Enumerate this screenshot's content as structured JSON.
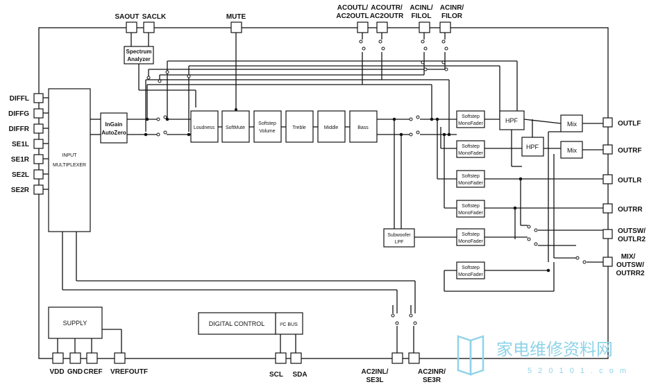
{
  "pins_left": [
    "DIFFL",
    "DIFFG",
    "DIFFR",
    "SE1L",
    "SE1R",
    "SE2L",
    "SE2R"
  ],
  "pins_top": {
    "saout": "SAOUT",
    "saclk": "SACLK",
    "mute": "MUTE",
    "acoutl": [
      "ACOUTL/",
      "AC2OUTL"
    ],
    "acoutr": [
      "ACOUTR/",
      "AC2OUTR"
    ],
    "acinl": [
      "ACINL/",
      "FILOL"
    ],
    "acinr": [
      "ACINR/",
      "FILOR"
    ]
  },
  "pins_right": {
    "outlf": "OUTLF",
    "outrf": "OUTRF",
    "outlr": "OUTLR",
    "outrr": "OUTRR",
    "outsw": [
      "OUTSW/",
      "OUTLR2"
    ],
    "mixout": [
      "MIX/",
      "OUTSW/",
      "OUTRR2"
    ]
  },
  "pins_bottom": {
    "vdd": "VDD",
    "gnd": "GND",
    "cref": "CREF",
    "vrefoutf": "VREFOUTF",
    "scl": "SCL",
    "sda": "SDA",
    "ac2inl": [
      "AC2INL/",
      "SE3L"
    ],
    "ac2inr": [
      "AC2INR/",
      "SE3R"
    ]
  },
  "blocks": {
    "spectrum": [
      "Spectrum",
      "Analyzer"
    ],
    "input_mux": [
      "INPUT",
      "MULTIPLEXER"
    ],
    "ingain": [
      "InGain",
      "AutoZero"
    ],
    "loudness": "Loudness",
    "softmute": "SoftMute",
    "volume": [
      "Softstep",
      "Volume"
    ],
    "treble": "Treble",
    "middle": "Middle",
    "bass": "Bass",
    "fader_line1": "Softstep",
    "fader_line2": "MonoFader",
    "hpf": "HPF",
    "mix": "Mix",
    "subwoofer": [
      "Subwoofer",
      "LPF"
    ],
    "supply": "SUPPLY",
    "digital_control": "DIGITAL CONTROL",
    "i2c_bus": "I²C BUS"
  },
  "watermark": {
    "text": "家电维修资料网",
    "url": "5 2 0 1 0 1 . c o m"
  }
}
